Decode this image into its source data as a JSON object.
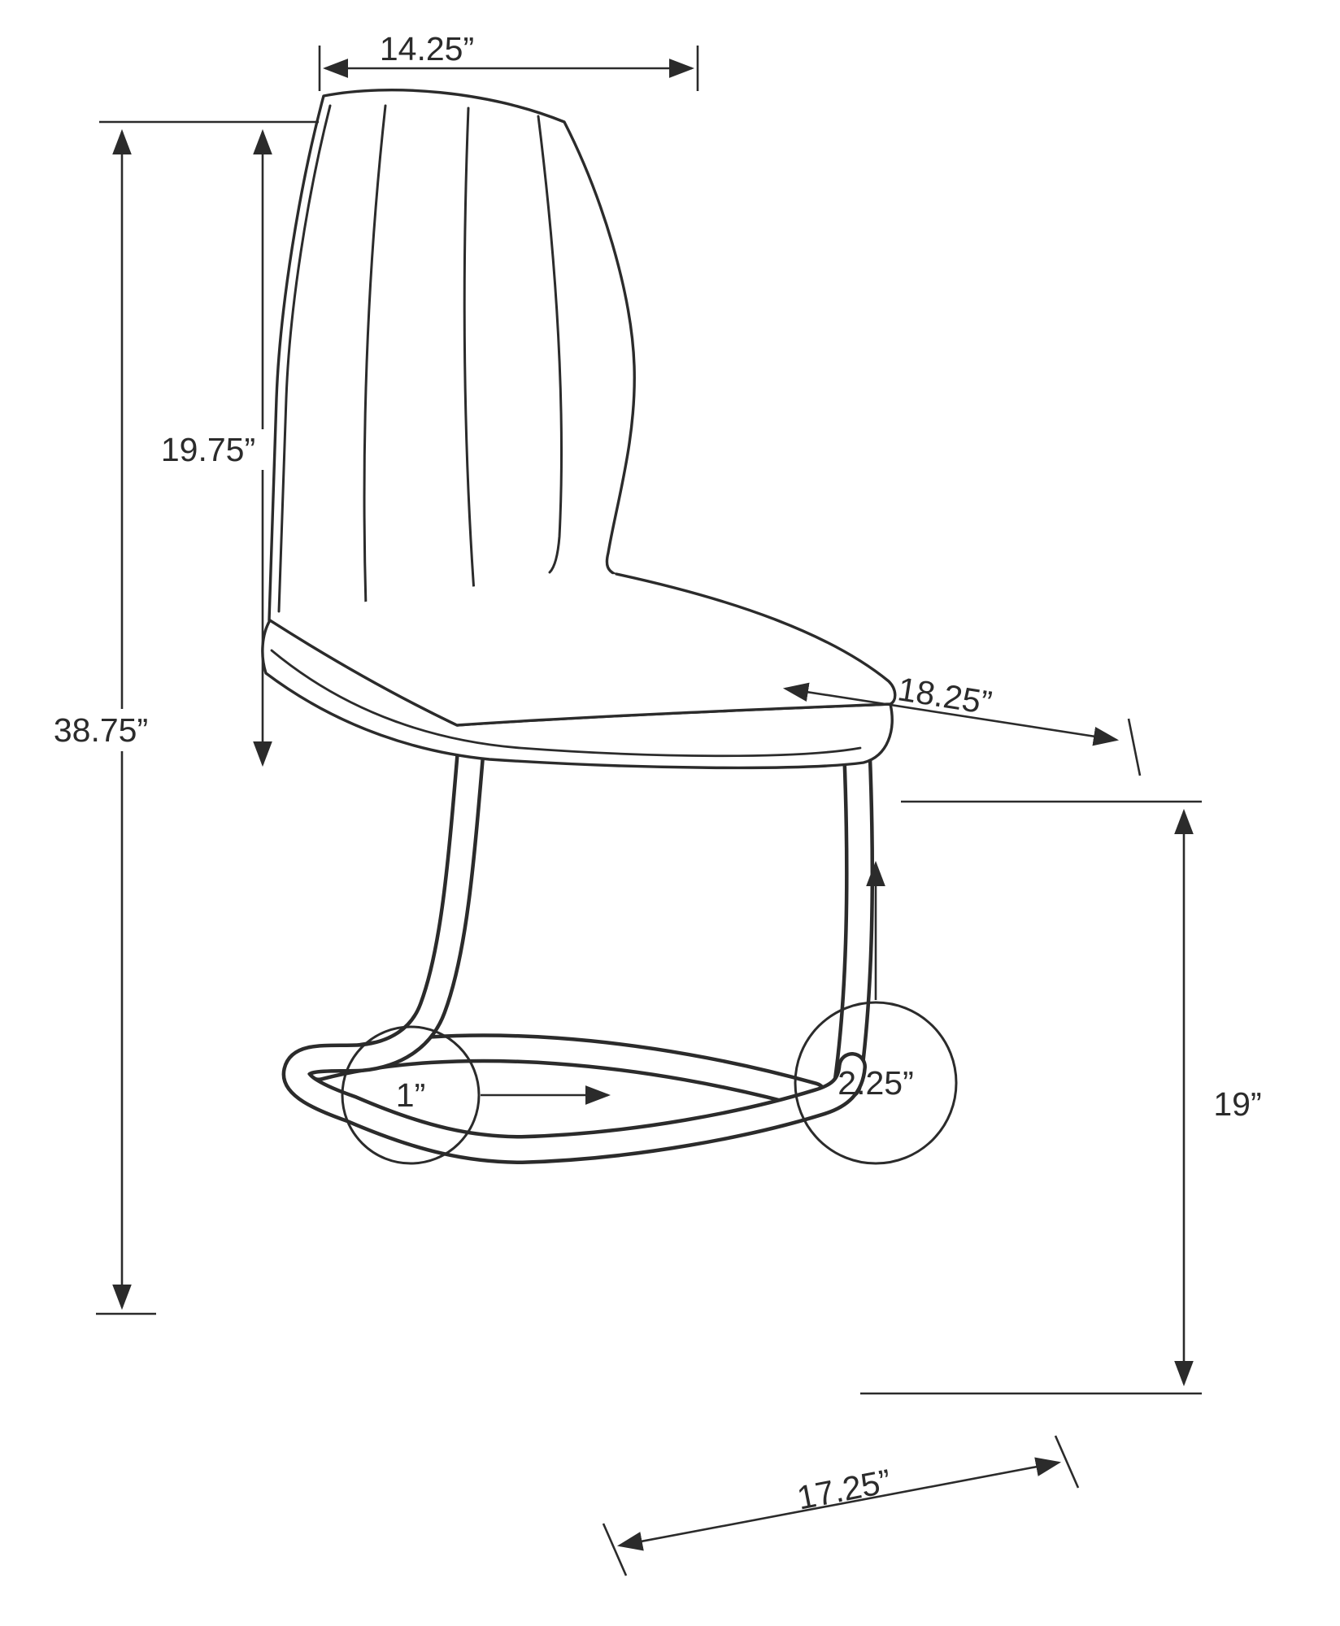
{
  "colors": {
    "line": "#2b2b2b",
    "background": "#ffffff"
  },
  "diagram": {
    "subject": "dining-chair-dimension-drawing-side-view",
    "dimensions": {
      "back_width": "14.25”",
      "back_height": "19.75”",
      "overall_height": "38.75”",
      "seat_depth": "18.25”",
      "seat_height": "19”",
      "frame_tube_diameter": "1”",
      "seat_thickness": "2.25”",
      "base_depth": "17.25”"
    }
  }
}
